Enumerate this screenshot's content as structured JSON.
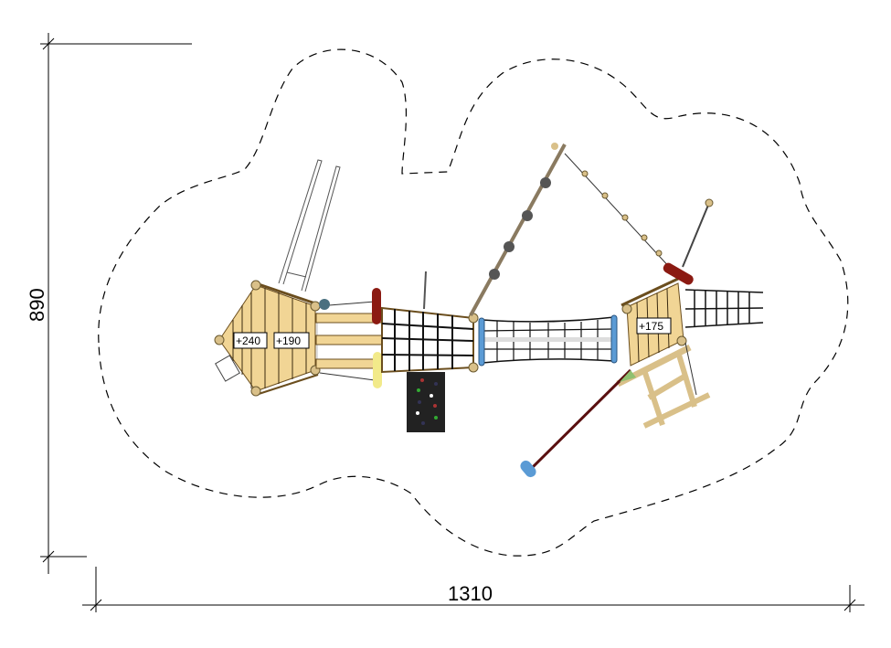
{
  "drawing": {
    "dimensions": {
      "height_label": "890",
      "width_label": "1310"
    },
    "height_tags": [
      "+240",
      "+190",
      "+175"
    ],
    "colors": {
      "wood": "#f1d595",
      "outline": "#000000",
      "blue_bar": "#5b9bd5",
      "red_post": "#8b1a12",
      "climbing_wall": "#222222"
    }
  }
}
